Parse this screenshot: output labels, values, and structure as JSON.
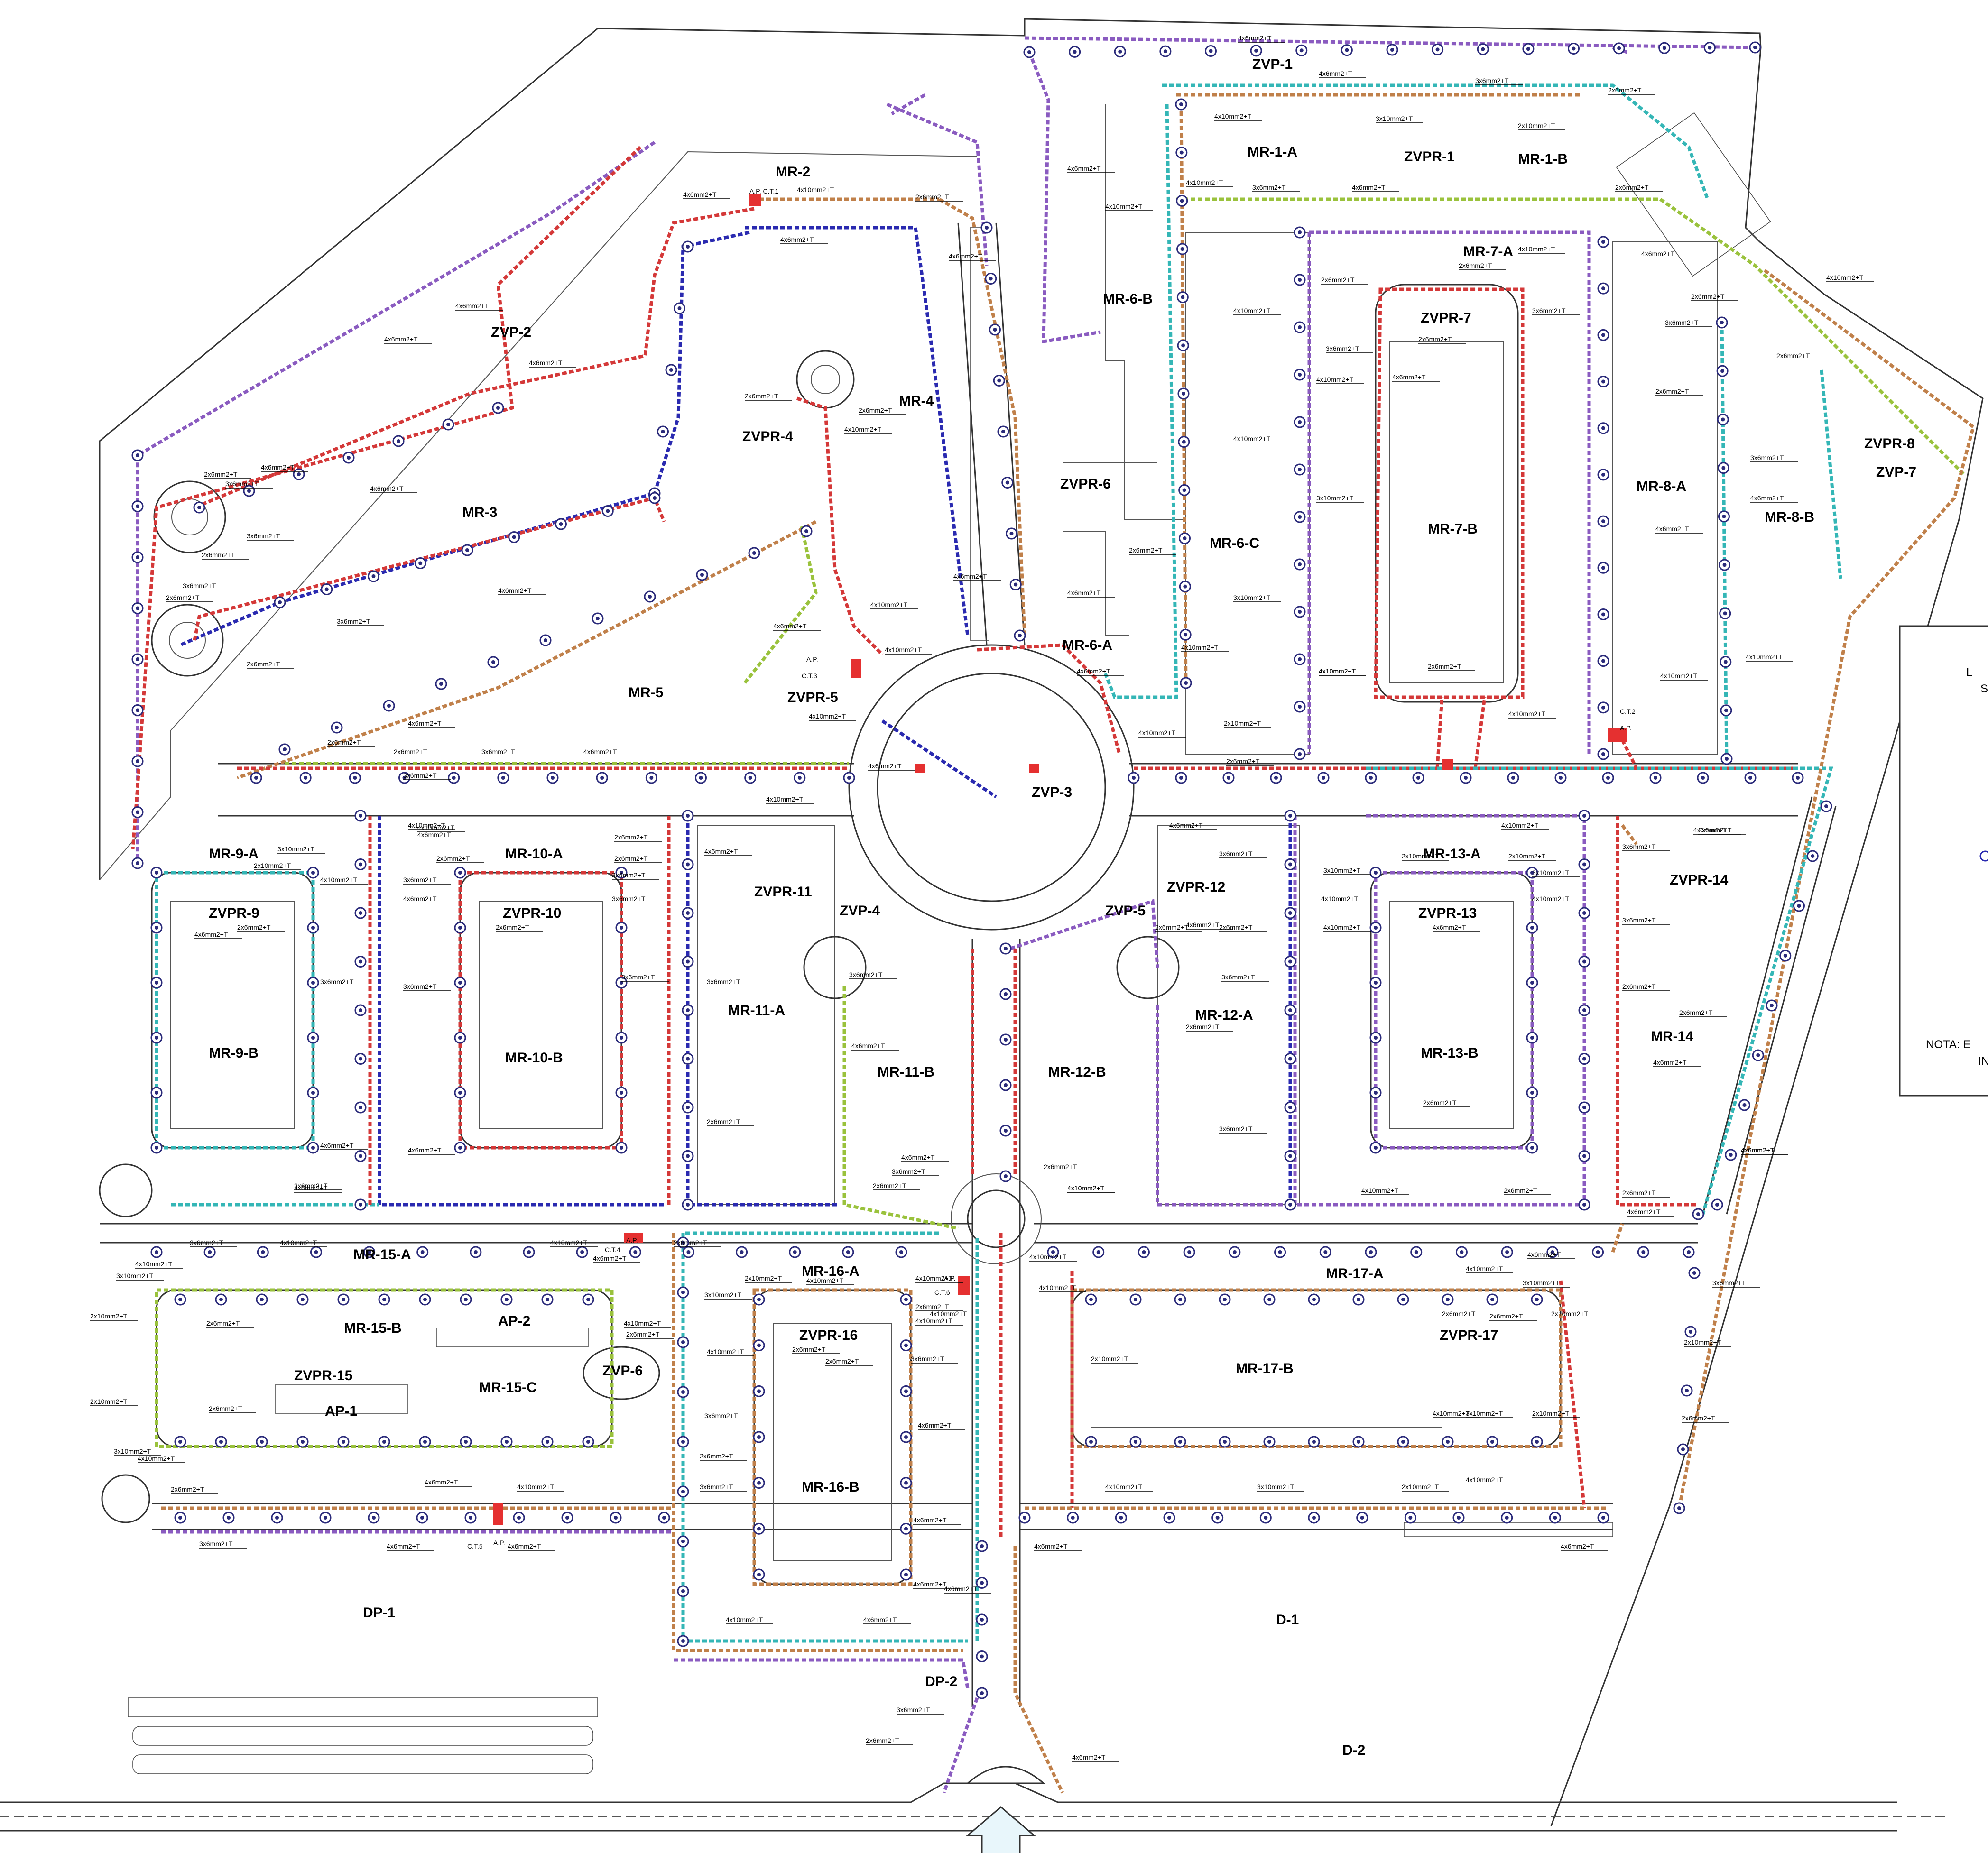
{
  "zones": {
    "zvp_1": "ZVP-1",
    "zvp_2": "ZVP-2",
    "zvp_3": "ZVP-3",
    "zvp_4": "ZVP-4",
    "zvp_5": "ZVP-5",
    "zvp_6": "ZVP-6",
    "zvp_7": "ZVP-7",
    "zvpr_1": "ZVPR-1",
    "zvpr_4": "ZVPR-4",
    "zvpr_5": "ZVPR-5",
    "zvpr_6": "ZVPR-6",
    "zvpr_7": "ZVPR-7",
    "zvpr_8": "ZVPR-8",
    "zvpr_9": "ZVPR-9",
    "zvpr_10": "ZVPR-10",
    "zvpr_11": "ZVPR-11",
    "zvpr_12": "ZVPR-12",
    "zvpr_13": "ZVPR-13",
    "zvpr_14": "ZVPR-14",
    "zvpr_15": "ZVPR-15",
    "zvpr_16": "ZVPR-16",
    "zvpr_17": "ZVPR-17",
    "mr_1_a": "MR-1-A",
    "mr_1_b": "MR-1-B",
    "mr_2": "MR-2",
    "mr_3": "MR-3",
    "mr_4": "MR-4",
    "mr_5": "MR-5",
    "mr_6_a": "MR-6-A",
    "mr_6_b": "MR-6-B",
    "mr_6_c": "MR-6-C",
    "mr_7_a": "MR-7-A",
    "mr_7_b": "MR-7-B",
    "mr_8_a": "MR-8-A",
    "mr_8_b": "MR-8-B",
    "mr_9_a": "MR-9-A",
    "mr_9_b": "MR-9-B",
    "mr_10_a": "MR-10-A",
    "mr_10_b": "MR-10-B",
    "mr_11_a": "MR-11-A",
    "mr_11_b": "MR-11-B",
    "mr_12_a": "MR-12-A",
    "mr_12_b": "MR-12-B",
    "mr_13_a": "MR-13-A",
    "mr_13_b": "MR-13-B",
    "mr_14": "MR-14",
    "mr_15_a": "MR-15-A",
    "mr_15_b": "MR-15-B",
    "mr_15_c": "MR-15-C",
    "mr_16_a": "MR-16-A",
    "mr_16_b": "MR-16-B",
    "mr_17_a": "MR-17-A",
    "mr_17_b": "MR-17-B",
    "ap_1": "AP-1",
    "ap_2": "AP-2",
    "dp_1": "DP-1",
    "dp_2": "DP-2",
    "d_1": "D-1",
    "d_2": "D-2"
  },
  "equipment": {
    "ct1": "A.P. C.T.1",
    "ct2": "C.T.2",
    "ct2_ap": "A.P.",
    "ct3_ap": "A.P.",
    "ct3": "C.T.3",
    "ct4": "C.T.4",
    "ct4_ap": "A.P.",
    "ct5": "C.T.5",
    "ct5_ap": "A.P.",
    "ct6_ap": "A.P.",
    "ct6": "C.T.6"
  },
  "cables": {
    "zvp1_a": "4x6mm2+T",
    "zvp1_b": "4x6mm2+T",
    "zvp1_c": "3x6mm2+T",
    "zvp1_d": "2x6mm2+T",
    "zvp1_e": "3x10mm2+T",
    "zvp1_f": "2x10mm2+T",
    "zvp1_g": "4x10mm2+T",
    "mr1_a": "4x10mm2+T",
    "mr1_b": "3x6mm2+T",
    "mr1_c": "4x6mm2+T",
    "mr1_d": "2x6mm2+T",
    "mr1_e": "4x6mm2+T",
    "mr2_a": "4x6mm2+T",
    "mr2_b": "4x10mm2+T",
    "mr2_c": "4x6mm2+T",
    "mr2_d": "2x6mm2+T",
    "mr2_e": "4x6mm2+T",
    "mr2_f": "4x6mm2+T",
    "zvp2_a": "4x6mm2+T",
    "zvp2_b": "4x6mm2+T",
    "zvp2_c": "4x6mm2+T",
    "mr3_a": "4x6mm2+T",
    "mr3_b": "2x6mm2+T",
    "mr3_c": "3x6mm2+T",
    "mr3_d": "4x6mm2+T",
    "mr3_e": "3x6mm2+T",
    "mr3_f": "2x6mm2+T",
    "mr3_g": "3x6mm2+T",
    "mr3_h": "2x6mm2+T",
    "mr3_i": "4x6mm2+T",
    "mr3_j": "3x6mm2+T",
    "mr3_k": "2x6mm2+T",
    "mr4_a": "2x6mm2+T",
    "mr4_b": "2x6mm2+T",
    "mr4_c": "4x10mm2+T",
    "mr4_d": "4x6mm2+T",
    "mr4_e": "4x10mm2+T",
    "mr4_f": "4x10mm2+T",
    "mr5_a": "2x6mm2+T",
    "mr5_b": "3x6mm2+T",
    "mr5_c": "2x6mm2+T",
    "mr5_d": "3x6mm2+T",
    "mr5_e": "4x6mm2+T",
    "mr5_f": "4x6mm2+T",
    "zvpr5_a": "4x6mm2+T",
    "zvpr5_b": "4x10mm2+T",
    "mr6_a": "4x10mm2+T",
    "mr6_b": "4x6mm2+T",
    "mr6_c": "4x6mm2+T",
    "mr6_d": "2x6mm2+T",
    "mr6_e": "4x10mm2+T",
    "mr6_f": "4x10mm2+T",
    "mr6_g": "4x10mm2+T",
    "mr6_h": "2x6mm2+T",
    "mr6_i": "3x10mm2+T",
    "mr6_j": "4x10mm2+T",
    "mr6_k": "2x10mm2+T",
    "mr6_l": "4x10mm2+T",
    "mr7_a": "2x6mm2+T",
    "mr7_b": "4x10mm2+T",
    "mr7_c": "2x6mm2+T",
    "mr7_d": "3x6mm2+T",
    "mr7_e": "3x6mm2+T",
    "mr7_f": "2x6mm2+T",
    "mr7_g": "4x6mm2+T",
    "mr7_h": "4x10mm2+T",
    "mr7_i": "3x10mm2+T",
    "mr7_j": "2x6mm2+T",
    "mr7_k": "4x10mm2+T",
    "mr7_l": "4x10mm2+T",
    "mr8_a": "4x6mm2+T",
    "mr8_b": "2x6mm2+T",
    "mr8_c": "3x6mm2+T",
    "mr8_d": "2x6mm2+T",
    "mr8_e": "2x6mm2+T",
    "mr8_f": "3x6mm2+T",
    "mr8_g": "4x6mm2+T",
    "mr8_h": "4x6mm2+T",
    "mr8_i": "4x10mm2+T",
    "mr8_j": "4x10mm2+T",
    "mr8_k": "4x10mm2+T",
    "mr8_l": "4x6mm2+T",
    "mr9_a": "3x10mm2+T",
    "mr9_b": "2x10mm2+T",
    "mr9_c": "4x10mm2+T",
    "mr9_d": "2x6mm2+T",
    "mr9_e": "3x6mm2+T",
    "mr9_f": "4x6mm2+T",
    "mr9_g": "4x6mm2+T",
    "mr9_h": "4x6mm2+T",
    "mr10_a": "2x6mm2+T",
    "mr10_b": "2x6mm2+T",
    "mr10_c": "3x6mm2+T",
    "mr10_d": "4x6mm2+T",
    "mr10_e": "3x6mm2+T",
    "mr10_f": "3x6mm2+T",
    "mr10_g": "4x10mm2+T",
    "mr10_h": "4x10mm2+T",
    "mr10_i": "3x6mm2+T",
    "mr10_j": "4x6mm2+T",
    "mr10_k": "3x6mm2+T",
    "mr10_l": "2x6mm2+T",
    "mr10_m": "4x6mm2+T",
    "mr11_a": "4x10mm2+T",
    "mr11_b": "2x6mm2+T",
    "mr11_c": "4x6mm2+T",
    "mr11_d": "3x6mm2+T",
    "mr11_e": "2x6mm2+T",
    "mr11_f": "3x6mm2+T",
    "mr11_g": "4x6mm2+T",
    "mr11_h": "4x6mm2+T",
    "mr11_i": "3x6mm2+T",
    "mr11_j": "2x6mm2+T",
    "mr12_a": "4x6mm2+T",
    "mr12_b": "4x10mm2+T",
    "mr12_c": "2x6mm2+T",
    "mr12_d": "3x6mm2+T",
    "mr12_e": "2x6mm2+T",
    "mr12_f": "2x6mm2+T",
    "mr12_g": "3x6mm2+T",
    "mr12_h": "2x6mm2+T",
    "mr12_i": "3x6mm2+T",
    "mr12_j": "4x6mm2+T",
    "mr13_a": "2x10mm2+T",
    "mr13_b": "2x10mm2+T",
    "mr13_c": "3x10mm2+T",
    "mr13_d": "3x10mm2+T",
    "mr13_e": "4x10mm2+T",
    "mr13_f": "4x10mm2+T",
    "mr13_g": "4x10mm2+T",
    "mr13_h": "4x10mm2+T",
    "mr13_i": "2x6mm2+T",
    "mr13_j": "4x10mm2+T",
    "mr13_k": "2x6mm2+T",
    "mr13_l": "4x6mm2+T",
    "mr14_a": "3x6mm2+T",
    "mr14_b": "2x6mm2+T",
    "mr14_c": "3x6mm2+T",
    "mr14_d": "2x6mm2+T",
    "mr14_e": "2x6mm2+T",
    "mr14_f": "4x6mm2+T",
    "mr14_g": "2x6mm2+T",
    "mr14_h": "4x6mm2+T",
    "mr14_i": "4x6mm2+T",
    "mr15_a": "2x6mm2+T",
    "mr15_b": "3x6mm2+T",
    "mr15_c": "4x10mm2+T",
    "mr15_d": "4x10mm2+T",
    "mr15_e": "4x6mm2+T",
    "mr15_f": "4x10mm2+T",
    "mr15_g": "3x10mm2+T",
    "mr15_h": "2x10mm2+T",
    "mr15_i": "2x6mm2+T",
    "mr15_j": "4x10mm2+T",
    "mr15_k": "2x10mm2+T",
    "mr15_l": "2x6mm2+T",
    "mr15_m": "3x10mm2+T",
    "mr15_n": "4x10mm2+T",
    "mr15_o": "2x6mm2+T",
    "dp1_a": "4x6mm2+T",
    "dp1_b": "4x10mm2+T",
    "dp1_c": "2x6mm2+T",
    "dp1_d": "3x6mm2+T",
    "dp1_e": "4x6mm2+T",
    "dp1_f": "4x6mm2+T",
    "mr16_a": "2x6mm2+T",
    "mr16_b": "3x10mm2+T",
    "mr16_c": "2x10mm2+T",
    "mr16_d": "4x10mm2+T",
    "mr16_e": "2x6mm2+T",
    "mr16_f": "2x6mm2+T",
    "mr16_g": "3x6mm2+T",
    "mr16_h": "4x10mm2+T",
    "mr16_i": "4x10mm2+T",
    "mr16_j": "2x6mm2+T",
    "mr16_k": "3x6mm2+T",
    "mr16_l": "4x10mm2+T",
    "mr16_m": "2x6mm2+T",
    "mr16_n": "3x6mm2+T",
    "mr16_o": "4x6mm2+T",
    "mr16_p": "4x6mm2+T",
    "mr16_q": "4x10mm2+T",
    "mr16_r": "4x6mm2+T",
    "mr16_s": "4x6mm2+T",
    "mr17_a": "4x10mm2+T",
    "mr17_b": "3x10mm2+T",
    "mr17_c": "2x6mm2+T",
    "mr17_d": "2x10mm2+T",
    "mr17_e": "2x10mm2+T",
    "mr17_f": "3x10mm2+T",
    "mr17_g": "2x10mm2+T",
    "mr17_h": "4x10mm2+T",
    "mr17_i": "4x10mm2+T",
    "mr17_j": "4x10mm2+T",
    "mr17_k": "4x10mm2+T",
    "mr17_l": "2x6mm2+T",
    "mr17_m": "4x10mm2+T",
    "d1_a": "4x10mm2+T",
    "d1_b": "3x10mm2+T",
    "d1_c": "2x10mm2+T",
    "d1_d": "4x6mm2+T",
    "d1_e": "4x6mm2+T",
    "d1_f": "3x6mm2+T",
    "d1_g": "2x10mm2+T",
    "d1_h": "2x6mm2+T",
    "d1_i": "4x6mm2+T",
    "d1_j": "4x10mm2+T",
    "d1_k": "4x6mm2+T",
    "d1_l": "4x6mm2+T",
    "dp2_a": "2x6mm2+T",
    "dp2_b": "3x6mm2+T",
    "d2_a": "4x6mm2+T"
  },
  "side_panel": {
    "l_fragment": "L",
    "s_fragment": "S",
    "note_line1": "NOTA: E",
    "note_line2": "IN"
  },
  "colors": {
    "red_circuit": "#d43838",
    "blue_circuit": "#2a2ab0",
    "cyan_circuit": "#34b6b6",
    "brown_circuit": "#c0804a",
    "purple_circuit": "#8a5bc0",
    "green_circuit": "#9ac23c",
    "luminaire": "#2a2a7a"
  }
}
